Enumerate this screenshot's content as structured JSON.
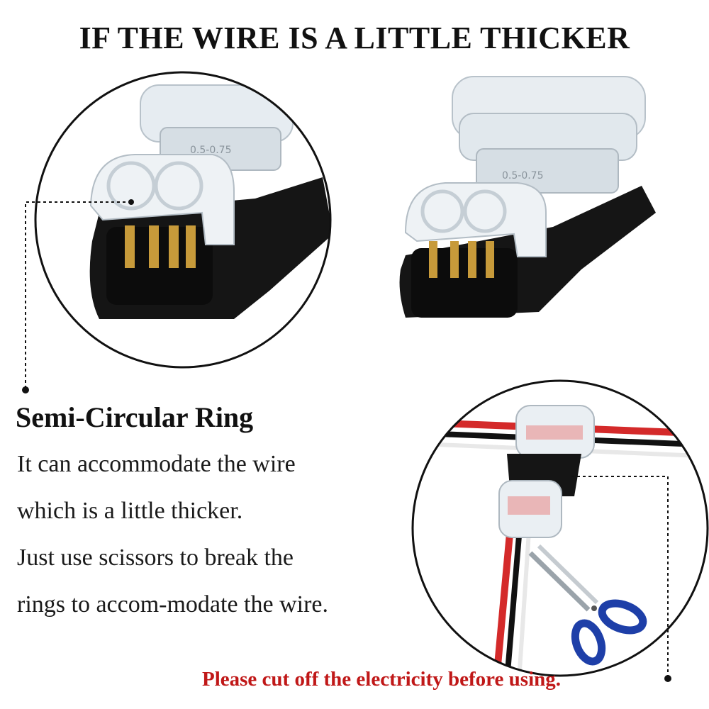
{
  "headline": "IF THE WIRE IS A LITTLE THICKER",
  "feature": {
    "title": "Semi-Circular Ring",
    "lines": [
      "It can accommodate the wire",
      "which is a little thicker.",
      "Just use scissors to break the",
      "rings to accom-modate the wire."
    ]
  },
  "warning": "Please cut off the electricity before using.",
  "colors": {
    "warning": "#c01818",
    "connector_body": "#151515",
    "clear_cap": "#e4ebf0",
    "contact": "#c79a3a",
    "wire_red": "#d42a2a",
    "scissor_handle": "#1e3fa8"
  }
}
